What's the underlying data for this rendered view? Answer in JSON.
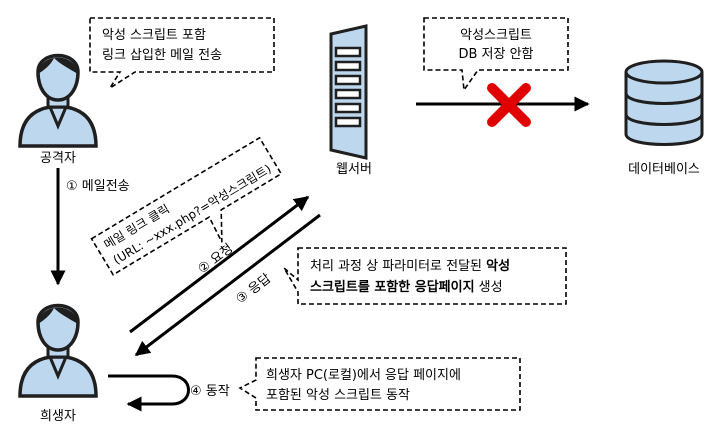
{
  "nodes": {
    "attacker": "공격자",
    "webserver": "웹서버",
    "database": "데이터베이스",
    "victim": "희생자"
  },
  "callouts": {
    "attacker_note": [
      "악성 스크립트 포함",
      "링크 삽입한 메일 전송"
    ],
    "server_note": [
      "악성스크립트",
      "DB 저장 안함"
    ],
    "link_note": [
      "메일 링크 클릭",
      "(URL: ~xxx.php?=악성스크립트)"
    ],
    "response_note_line1": "처리 과정 상 파라미터로 전달된 ",
    "response_note_bold1": "악성",
    "response_note_bold2": "스크립트를 포함한 응답페이지",
    "response_note_line2": " 생성",
    "victim_note": [
      "희생자 PC(로컬)에서 응답 페이지에",
      "포함된 악성 스크립트 동작"
    ]
  },
  "steps": {
    "step1": "① 메일전송",
    "step2": "② 요청",
    "step3": "③ 응답",
    "step4": "④ 동작"
  },
  "colors": {
    "icon_fill": "#BDD7EE",
    "stroke": "#000000",
    "blocked_x": "#E00000"
  }
}
